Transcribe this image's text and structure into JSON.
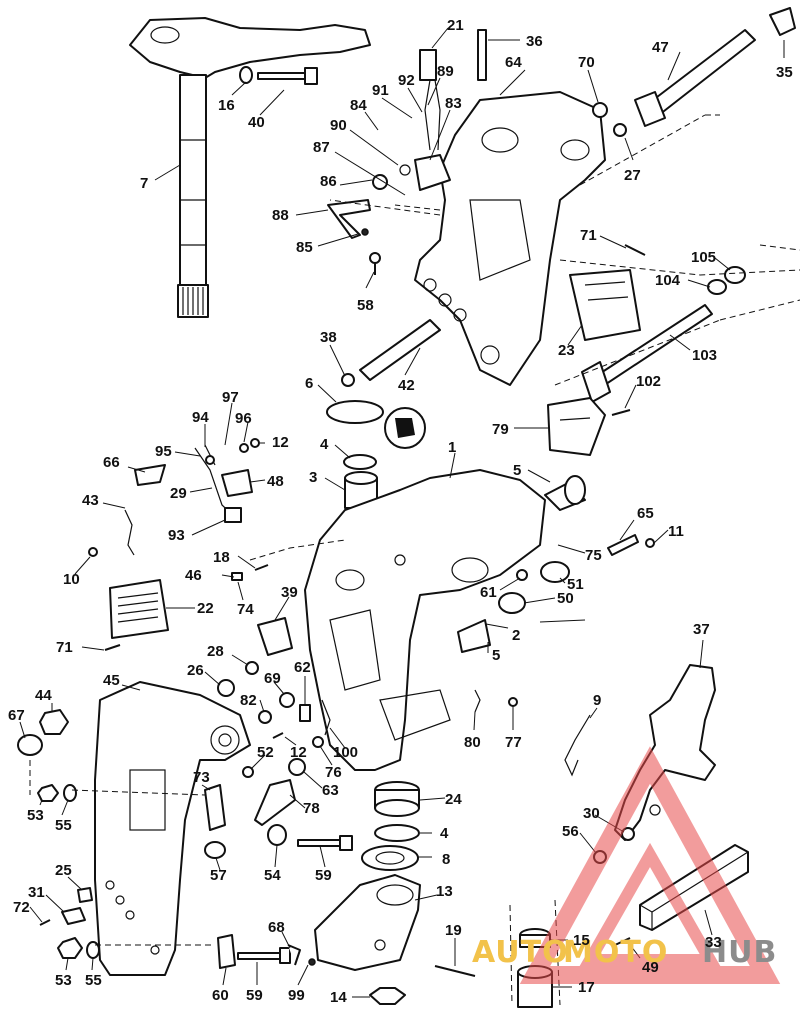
{
  "callouts": [
    {
      "id": "21"
    },
    {
      "id": "36"
    },
    {
      "id": "64"
    },
    {
      "id": "70"
    },
    {
      "id": "47"
    },
    {
      "id": "35"
    },
    {
      "id": "92"
    },
    {
      "id": "89"
    },
    {
      "id": "91"
    },
    {
      "id": "84"
    },
    {
      "id": "83"
    },
    {
      "id": "90"
    },
    {
      "id": "87"
    },
    {
      "id": "86"
    },
    {
      "id": "88"
    },
    {
      "id": "85"
    },
    {
      "id": "16"
    },
    {
      "id": "40"
    },
    {
      "id": "7"
    },
    {
      "id": "27"
    },
    {
      "id": "71"
    },
    {
      "id": "105"
    },
    {
      "id": "104"
    },
    {
      "id": "58"
    },
    {
      "id": "23"
    },
    {
      "id": "103"
    },
    {
      "id": "38"
    },
    {
      "id": "42"
    },
    {
      "id": "6"
    },
    {
      "id": "102"
    },
    {
      "id": "79"
    },
    {
      "id": "94"
    },
    {
      "id": "97"
    },
    {
      "id": "96"
    },
    {
      "id": "95"
    },
    {
      "id": "12"
    },
    {
      "id": "66"
    },
    {
      "id": "48"
    },
    {
      "id": "4"
    },
    {
      "id": "1"
    },
    {
      "id": "3"
    },
    {
      "id": "29"
    },
    {
      "id": "43"
    },
    {
      "id": "5"
    },
    {
      "id": "93"
    },
    {
      "id": "65"
    },
    {
      "id": "11"
    },
    {
      "id": "75"
    },
    {
      "id": "10"
    },
    {
      "id": "18"
    },
    {
      "id": "46"
    },
    {
      "id": "74"
    },
    {
      "id": "39"
    },
    {
      "id": "51"
    },
    {
      "id": "61"
    },
    {
      "id": "50"
    },
    {
      "id": "22"
    },
    {
      "id": "2"
    },
    {
      "id": "71"
    },
    {
      "id": "28"
    },
    {
      "id": "62"
    },
    {
      "id": "5"
    },
    {
      "id": "37"
    },
    {
      "id": "26"
    },
    {
      "id": "69"
    },
    {
      "id": "44"
    },
    {
      "id": "45"
    },
    {
      "id": "82"
    },
    {
      "id": "9"
    },
    {
      "id": "67"
    },
    {
      "id": "80"
    },
    {
      "id": "77"
    },
    {
      "id": "52"
    },
    {
      "id": "12"
    },
    {
      "id": "100"
    },
    {
      "id": "73"
    },
    {
      "id": "76"
    },
    {
      "id": "63"
    },
    {
      "id": "24"
    },
    {
      "id": "53"
    },
    {
      "id": "55"
    },
    {
      "id": "78"
    },
    {
      "id": "30"
    },
    {
      "id": "4"
    },
    {
      "id": "56"
    },
    {
      "id": "57"
    },
    {
      "id": "54"
    },
    {
      "id": "59"
    },
    {
      "id": "8"
    },
    {
      "id": "25"
    },
    {
      "id": "13"
    },
    {
      "id": "31"
    },
    {
      "id": "72"
    },
    {
      "id": "68"
    },
    {
      "id": "19"
    },
    {
      "id": "15"
    },
    {
      "id": "33"
    },
    {
      "id": "49"
    },
    {
      "id": "53"
    },
    {
      "id": "55"
    },
    {
      "id": "60"
    },
    {
      "id": "59"
    },
    {
      "id": "99"
    },
    {
      "id": "14"
    },
    {
      "id": "17"
    }
  ],
  "watermark": {
    "brand_left": "AUTO",
    "brand_mid": "MOTO",
    "brand_right": "HUB",
    "color_left": "#f2c24a",
    "color_mid": "#f2c24a",
    "color_right": "#8c8c8c",
    "triangle_color": "#e84a4a"
  }
}
